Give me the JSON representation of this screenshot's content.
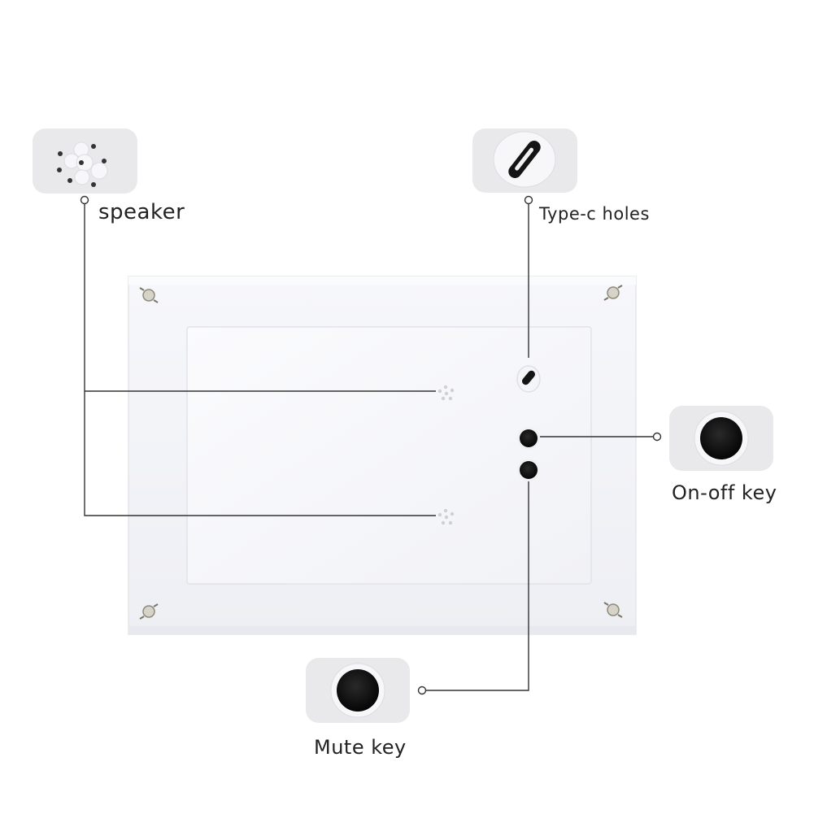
{
  "callouts": {
    "speaker": "speaker",
    "type_c": "Type-c holes",
    "on_off": "On-off key",
    "mute": "Mute key"
  },
  "colors": {
    "background": "#ffffff",
    "frame": "#f3f4f8",
    "panel": "#f7f8fb",
    "leader_line": "#333333",
    "key": "#111111",
    "zoom_box": "#e9e9ec",
    "label_text": "#222222"
  },
  "icons": [
    "speaker-holes-icon",
    "usb-c-port-icon",
    "round-key-icon",
    "screw-icon"
  ]
}
